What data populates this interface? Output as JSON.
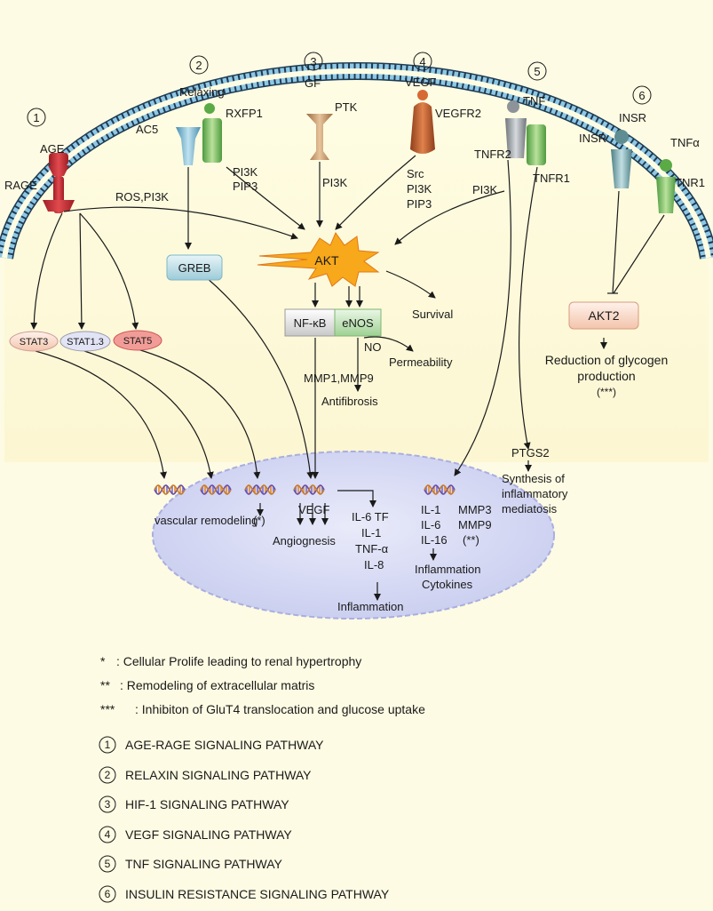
{
  "pathway_numbers": [
    "1",
    "2",
    "3",
    "4",
    "5",
    "6"
  ],
  "receptors": {
    "age": "AGE",
    "rage": "RAGE",
    "ac5": "AC5",
    "relaxing": "Relaxing",
    "rxfp1": "RXFP1",
    "gf": "GF",
    "ptk": "PTK",
    "vegf": "VEGF",
    "vegfr2": "VEGFR2",
    "tnf": "TNF",
    "tnfr2": "TNFR2",
    "tnfr1": "TNFR1",
    "insr_ligand": "INSR",
    "insr": "INSR",
    "tnfa": "TNFα",
    "tnr1": "TNR1"
  },
  "edge_labels": {
    "ros_pi3k": "ROS,PI3K",
    "pi3k_a": "PI3K",
    "pip3_a": "PIP3",
    "pi3k_b": "PI3K",
    "src": "Src",
    "pi3k_c": "PI3K",
    "pip3_c": "PIP3",
    "pi3k_d": "PI3K"
  },
  "nodes": {
    "akt": "AKT",
    "greb": "GREB",
    "nfkb": "NF-κB",
    "enos": "eNOS",
    "survival": "Survival",
    "no": "NO",
    "permeability": "Permeability",
    "mmp1_mmp9": "MMP1,MMP9",
    "antifibrosis": "Antifibrosis",
    "akt2": "AKT2",
    "glycogen_1": "Reduction of glycogen",
    "glycogen_2": "production",
    "glycogen_3": "(***)",
    "stat3": "STAT3",
    "stat13": "STAT1.3",
    "stat5": "STAT5"
  },
  "nucleus": {
    "vascular": "vascular remodeling",
    "star": "(*)",
    "vegf": "VEGF",
    "angio": "Angiognesis",
    "il6tf": "IL-6 TF",
    "il1": "IL-1",
    "tnfa": "TNF-α",
    "il8": "IL-8",
    "inflammation": "Inflammation",
    "il1b": "IL-1",
    "il6b": "IL-6",
    "il16": "IL-16",
    "mmp3": "MMP3",
    "mmp9": "MMP9",
    "dstar": "(**)",
    "infl_cyto_1": "Inflammation",
    "infl_cyto_2": "Cytokines",
    "ptgs2": "PTGS2",
    "synth_1": "Synthesis of",
    "synth_2": "inflammatory",
    "synth_3": "mediatosis"
  },
  "notes": [
    {
      "sym": "*",
      "text": ": Cellular Prolife leading to renal hypertrophy"
    },
    {
      "sym": "**",
      "text": ": Remodeling of extracellular matris"
    },
    {
      "sym": "***",
      "text": ": Inhibiton of GluT4 translocation and glucose uptake"
    }
  ],
  "pathways": [
    {
      "num": "1",
      "label": "AGE-RAGE SIGNALING PATHWAY"
    },
    {
      "num": "2",
      "label": "RELAXIN SIGNALING PATHWAY"
    },
    {
      "num": "3",
      "label": "HIF-1 SIGNALING PATHWAY"
    },
    {
      "num": "4",
      "label": "VEGF SIGNALING PATHWAY"
    },
    {
      "num": "5",
      "label": "TNF SIGNALING PATHWAY"
    },
    {
      "num": "6",
      "label": "INSULIN RESISTANCE SIGNALING PATHWAY"
    }
  ],
  "colors": {
    "background": "#fdfbe3",
    "membrane": "#8ec8e6",
    "nucleus": "#d7daf3",
    "akt": "#f7a81b"
  }
}
